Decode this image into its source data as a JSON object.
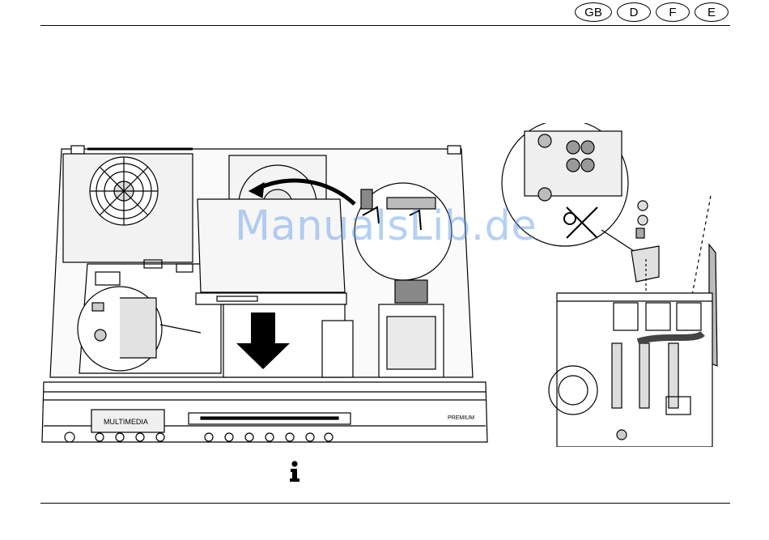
{
  "languages": [
    {
      "code": "GB"
    },
    {
      "code": "D"
    },
    {
      "code": "F"
    },
    {
      "code": "E"
    }
  ],
  "device": {
    "brand_label": "PREMIUM",
    "front_logo": "MULTIMEDIA"
  },
  "watermark": "ManualsLib.de",
  "icons": {
    "info": "info-icon",
    "no_tool": "crossed-wrench-icon",
    "arrow": "down-arrow-icon"
  },
  "colors": {
    "line": "#000000",
    "watermark": "#5a96e6",
    "panel": "#e6e6e6"
  }
}
